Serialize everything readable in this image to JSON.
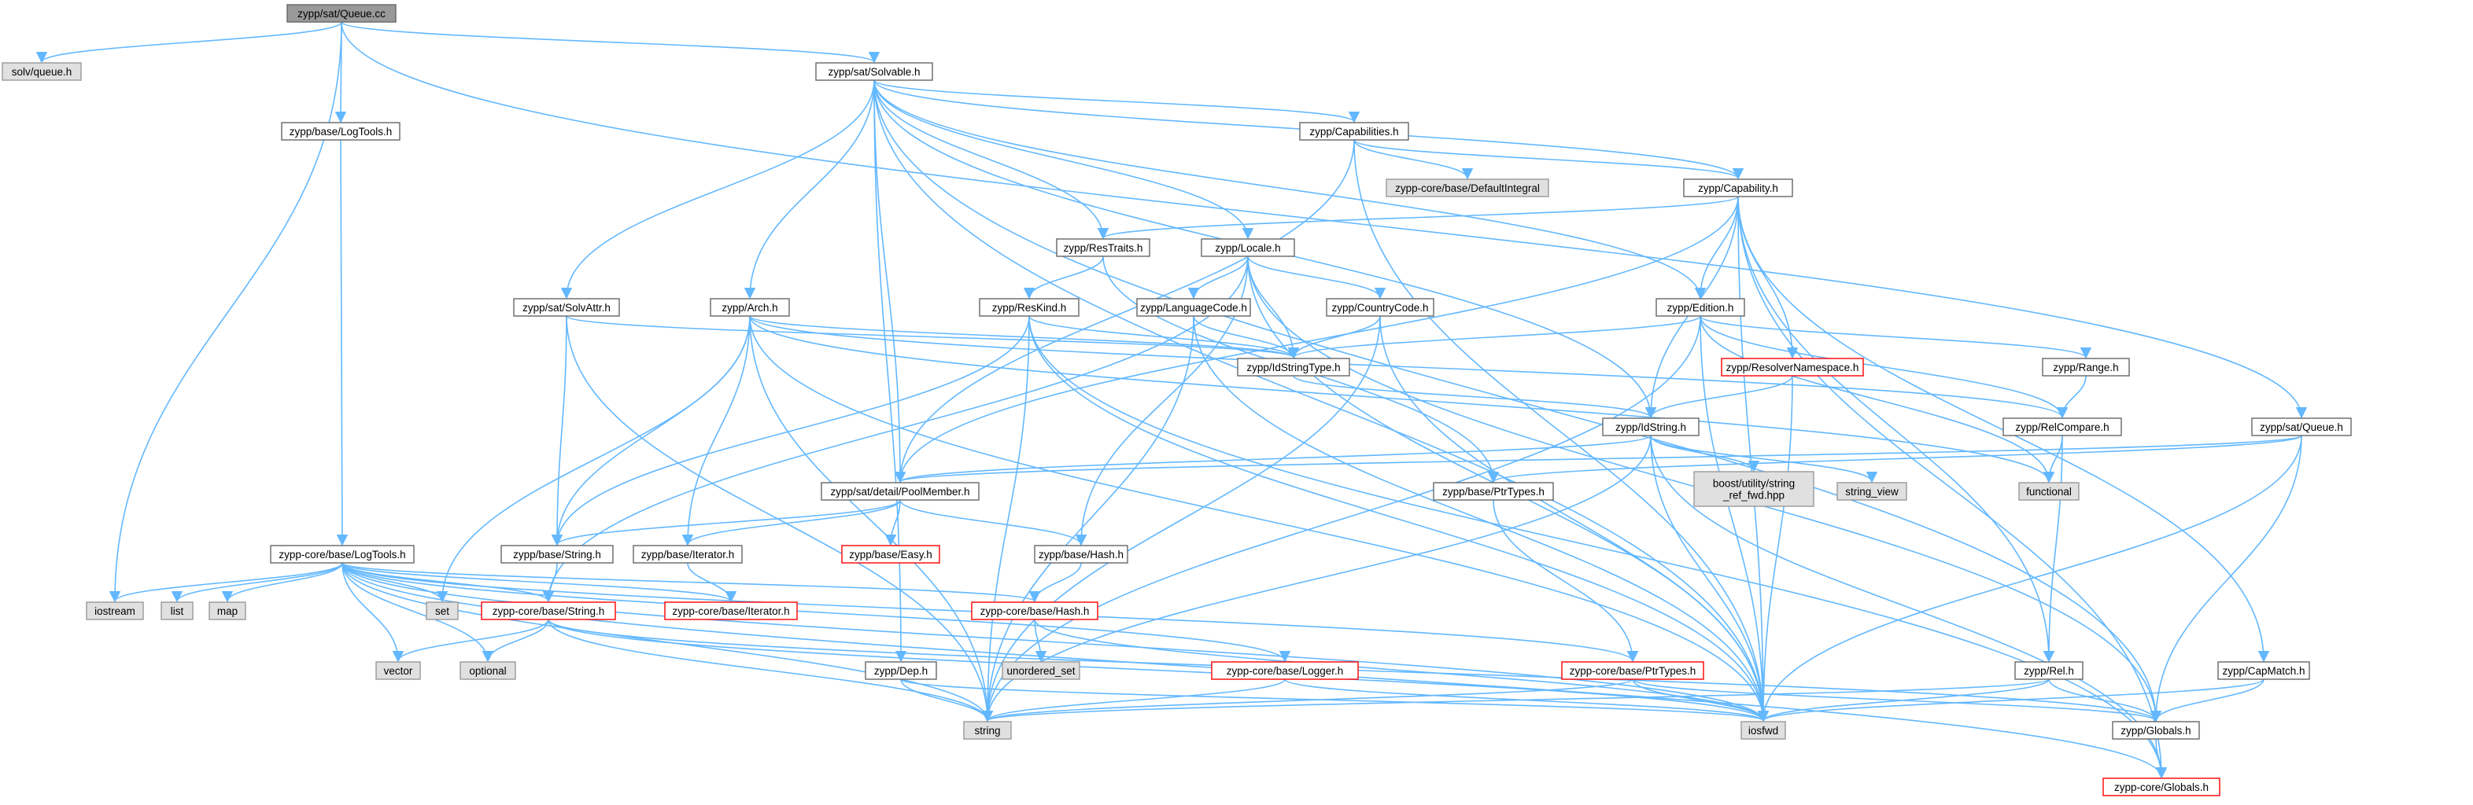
{
  "colors": {
    "edge": "#63b8ff",
    "normal_fill": "#ffffff",
    "normal_stroke": "#666666",
    "root_fill": "#999999",
    "root_stroke": "#666666",
    "system_fill": "#e0e0e0",
    "system_stroke": "#999999",
    "missing_stroke": "#ff0000"
  },
  "nodes": [
    {
      "id": "root",
      "label": "zypp/sat/Queue.cc",
      "style": "root"
    },
    {
      "id": "solvqueue",
      "label": "solv/queue.h",
      "style": "system"
    },
    {
      "id": "logtools",
      "label": "zypp/base/LogTools.h",
      "style": "normal"
    },
    {
      "id": "solvable",
      "label": "zypp/sat/Solvable.h",
      "style": "normal"
    },
    {
      "id": "capabilities",
      "label": "zypp/Capabilities.h",
      "style": "normal"
    },
    {
      "id": "defint",
      "label": "zypp-core/base/DefaultIntegral",
      "style": "system"
    },
    {
      "id": "capability",
      "label": "zypp/Capability.h",
      "style": "normal"
    },
    {
      "id": "restraits",
      "label": "zypp/ResTraits.h",
      "style": "normal"
    },
    {
      "id": "locale",
      "label": "zypp/Locale.h",
      "style": "normal"
    },
    {
      "id": "solvattr",
      "label": "zypp/sat/SolvAttr.h",
      "style": "normal"
    },
    {
      "id": "arch",
      "label": "zypp/Arch.h",
      "style": "normal"
    },
    {
      "id": "reskind",
      "label": "zypp/ResKind.h",
      "style": "normal"
    },
    {
      "id": "langcode",
      "label": "zypp/LanguageCode.h",
      "style": "normal"
    },
    {
      "id": "countrycode",
      "label": "zypp/CountryCode.h",
      "style": "normal"
    },
    {
      "id": "edition",
      "label": "zypp/Edition.h",
      "style": "normal"
    },
    {
      "id": "idstringtype",
      "label": "zypp/IdStringType.h",
      "style": "normal"
    },
    {
      "id": "resolverns",
      "label": "zypp/ResolverNamespace.h",
      "style": "missing"
    },
    {
      "id": "range",
      "label": "zypp/Range.h",
      "style": "normal"
    },
    {
      "id": "idstring",
      "label": "zypp/IdString.h",
      "style": "normal"
    },
    {
      "id": "relcompare",
      "label": "zypp/RelCompare.h",
      "style": "normal"
    },
    {
      "id": "satqueue",
      "label": "zypp/sat/Queue.h",
      "style": "normal"
    },
    {
      "id": "poolmember",
      "label": "zypp/sat/detail/PoolMember.h",
      "style": "normal"
    },
    {
      "id": "ptrtypes",
      "label": "zypp/base/PtrTypes.h",
      "style": "normal"
    },
    {
      "id": "boostutil",
      "label": "boost/utility/string\n_ref_fwd.hpp",
      "style": "system"
    },
    {
      "id": "stringview",
      "label": "string_view",
      "style": "system"
    },
    {
      "id": "functional",
      "label": "functional",
      "style": "system"
    },
    {
      "id": "corelogtools",
      "label": "zypp-core/base/LogTools.h",
      "style": "normal"
    },
    {
      "id": "basestring",
      "label": "zypp/base/String.h",
      "style": "normal"
    },
    {
      "id": "baseiterator",
      "label": "zypp/base/Iterator.h",
      "style": "normal"
    },
    {
      "id": "baseeasy",
      "label": "zypp/base/Easy.h",
      "style": "missing"
    },
    {
      "id": "basehash",
      "label": "zypp/base/Hash.h",
      "style": "normal"
    },
    {
      "id": "iostream",
      "label": "iostream",
      "style": "system"
    },
    {
      "id": "list",
      "label": "list",
      "style": "system"
    },
    {
      "id": "map",
      "label": "map",
      "style": "system"
    },
    {
      "id": "set",
      "label": "set",
      "style": "system"
    },
    {
      "id": "corestring",
      "label": "zypp-core/base/String.h",
      "style": "missing"
    },
    {
      "id": "coreiterator",
      "label": "zypp-core/base/Iterator.h",
      "style": "missing"
    },
    {
      "id": "corehash",
      "label": "zypp-core/base/Hash.h",
      "style": "missing"
    },
    {
      "id": "vector",
      "label": "vector",
      "style": "system"
    },
    {
      "id": "optional",
      "label": "optional",
      "style": "system"
    },
    {
      "id": "unorderedset",
      "label": "unordered_set",
      "style": "system"
    },
    {
      "id": "dep",
      "label": "zypp/Dep.h",
      "style": "normal"
    },
    {
      "id": "corelogger",
      "label": "zypp-core/base/Logger.h",
      "style": "missing"
    },
    {
      "id": "coreptrtypes",
      "label": "zypp-core/base/PtrTypes.h",
      "style": "missing"
    },
    {
      "id": "rel",
      "label": "zypp/Rel.h",
      "style": "normal"
    },
    {
      "id": "capmatch",
      "label": "zypp/CapMatch.h",
      "style": "normal"
    },
    {
      "id": "string",
      "label": "string",
      "style": "system"
    },
    {
      "id": "iosfwd",
      "label": "iosfwd",
      "style": "system"
    },
    {
      "id": "globals",
      "label": "zypp/Globals.h",
      "style": "normal"
    },
    {
      "id": "coreglobals",
      "label": "zypp-core/Globals.h",
      "style": "missing"
    }
  ],
  "edges": [
    [
      "root",
      "solvqueue"
    ],
    [
      "root",
      "logtools"
    ],
    [
      "root",
      "solvable"
    ],
    [
      "root",
      "satqueue"
    ],
    [
      "root",
      "iostream"
    ],
    [
      "logtools",
      "corelogtools"
    ],
    [
      "solvable",
      "capabilities"
    ],
    [
      "solvable",
      "capability"
    ],
    [
      "solvable",
      "restraits"
    ],
    [
      "solvable",
      "locale"
    ],
    [
      "solvable",
      "solvattr"
    ],
    [
      "solvable",
      "arch"
    ],
    [
      "solvable",
      "edition"
    ],
    [
      "solvable",
      "idstring"
    ],
    [
      "solvable",
      "poolmember"
    ],
    [
      "solvable",
      "dep"
    ],
    [
      "solvable",
      "iosfwd"
    ],
    [
      "solvable",
      "globals"
    ],
    [
      "capabilities",
      "defint"
    ],
    [
      "capabilities",
      "capability"
    ],
    [
      "capabilities",
      "poolmember"
    ],
    [
      "capabilities",
      "iosfwd"
    ],
    [
      "capability",
      "restraits"
    ],
    [
      "capability",
      "edition"
    ],
    [
      "capability",
      "resolverns"
    ],
    [
      "capability",
      "idstring"
    ],
    [
      "capability",
      "rel"
    ],
    [
      "capability",
      "capmatch"
    ],
    [
      "capability",
      "poolmember"
    ],
    [
      "capability",
      "iosfwd"
    ],
    [
      "capability",
      "coreglobals"
    ],
    [
      "restraits",
      "reskind"
    ],
    [
      "restraits",
      "ptrtypes"
    ],
    [
      "locale",
      "langcode"
    ],
    [
      "locale",
      "countrycode"
    ],
    [
      "locale",
      "idstringtype"
    ],
    [
      "locale",
      "basehash"
    ],
    [
      "locale",
      "iosfwd"
    ],
    [
      "locale",
      "globals"
    ],
    [
      "locale",
      "corestring"
    ],
    [
      "solvattr",
      "idstringtype"
    ],
    [
      "solvattr",
      "basestring"
    ],
    [
      "solvattr",
      "string"
    ],
    [
      "arch",
      "idstringtype"
    ],
    [
      "arch",
      "basestring"
    ],
    [
      "arch",
      "baseiterator"
    ],
    [
      "arch",
      "relcompare"
    ],
    [
      "arch",
      "set"
    ],
    [
      "arch",
      "string"
    ],
    [
      "arch",
      "iosfwd"
    ],
    [
      "arch",
      "functional"
    ],
    [
      "reskind",
      "idstringtype"
    ],
    [
      "reskind",
      "basestring"
    ],
    [
      "reskind",
      "string"
    ],
    [
      "reskind",
      "iosfwd"
    ],
    [
      "reskind",
      "coreglobals"
    ],
    [
      "langcode",
      "idstringtype"
    ],
    [
      "langcode",
      "string"
    ],
    [
      "langcode",
      "iosfwd"
    ],
    [
      "countrycode",
      "idstringtype"
    ],
    [
      "countrycode",
      "string"
    ],
    [
      "countrycode",
      "iosfwd"
    ],
    [
      "edition",
      "idstringtype"
    ],
    [
      "edition",
      "range"
    ],
    [
      "edition",
      "relcompare"
    ],
    [
      "edition",
      "string"
    ],
    [
      "edition",
      "iosfwd"
    ],
    [
      "edition",
      "functional"
    ],
    [
      "idstringtype",
      "idstring"
    ],
    [
      "resolverns",
      "idstring"
    ],
    [
      "resolverns",
      "iosfwd"
    ],
    [
      "range",
      "relcompare"
    ],
    [
      "idstring",
      "poolmember"
    ],
    [
      "idstring",
      "boostutil"
    ],
    [
      "idstring",
      "stringview"
    ],
    [
      "idstring",
      "iosfwd"
    ],
    [
      "idstring",
      "string"
    ],
    [
      "idstring",
      "coreglobals"
    ],
    [
      "relcompare",
      "functional"
    ],
    [
      "relcompare",
      "rel"
    ],
    [
      "satqueue",
      "poolmember"
    ],
    [
      "satqueue",
      "ptrtypes"
    ],
    [
      "satqueue",
      "iosfwd"
    ],
    [
      "satqueue",
      "globals"
    ],
    [
      "poolmember",
      "basestring"
    ],
    [
      "poolmember",
      "baseiterator"
    ],
    [
      "poolmember",
      "baseeasy"
    ],
    [
      "poolmember",
      "basehash"
    ],
    [
      "ptrtypes",
      "coreptrtypes"
    ],
    [
      "corelogtools",
      "iostream"
    ],
    [
      "corelogtools",
      "list"
    ],
    [
      "corelogtools",
      "map"
    ],
    [
      "corelogtools",
      "set"
    ],
    [
      "corelogtools",
      "vector"
    ],
    [
      "corelogtools",
      "optional"
    ],
    [
      "corelogtools",
      "corestring"
    ],
    [
      "corelogtools",
      "coreiterator"
    ],
    [
      "corelogtools",
      "corehash"
    ],
    [
      "corelogtools",
      "corelogger"
    ],
    [
      "corelogtools",
      "coreptrtypes"
    ],
    [
      "corelogtools",
      "string"
    ],
    [
      "corelogtools",
      "iosfwd"
    ],
    [
      "corelogtools",
      "coreglobals"
    ],
    [
      "basestring",
      "corestring"
    ],
    [
      "baseiterator",
      "coreiterator"
    ],
    [
      "basehash",
      "corehash"
    ],
    [
      "corestring",
      "vector"
    ],
    [
      "corestring",
      "optional"
    ],
    [
      "corestring",
      "string"
    ],
    [
      "corestring",
      "iosfwd"
    ],
    [
      "corestring",
      "globals"
    ],
    [
      "corehash",
      "unorderedset"
    ],
    [
      "corehash",
      "iosfwd"
    ],
    [
      "dep",
      "string"
    ],
    [
      "dep",
      "iosfwd"
    ],
    [
      "corelogger",
      "string"
    ],
    [
      "corelogger",
      "iosfwd"
    ],
    [
      "coreptrtypes",
      "string"
    ],
    [
      "coreptrtypes",
      "iosfwd"
    ],
    [
      "coreptrtypes",
      "globals"
    ],
    [
      "rel",
      "string"
    ],
    [
      "rel",
      "iosfwd"
    ],
    [
      "rel",
      "globals"
    ],
    [
      "capmatch",
      "iosfwd"
    ],
    [
      "capmatch",
      "globals"
    ],
    [
      "globals",
      "coreglobals"
    ]
  ]
}
